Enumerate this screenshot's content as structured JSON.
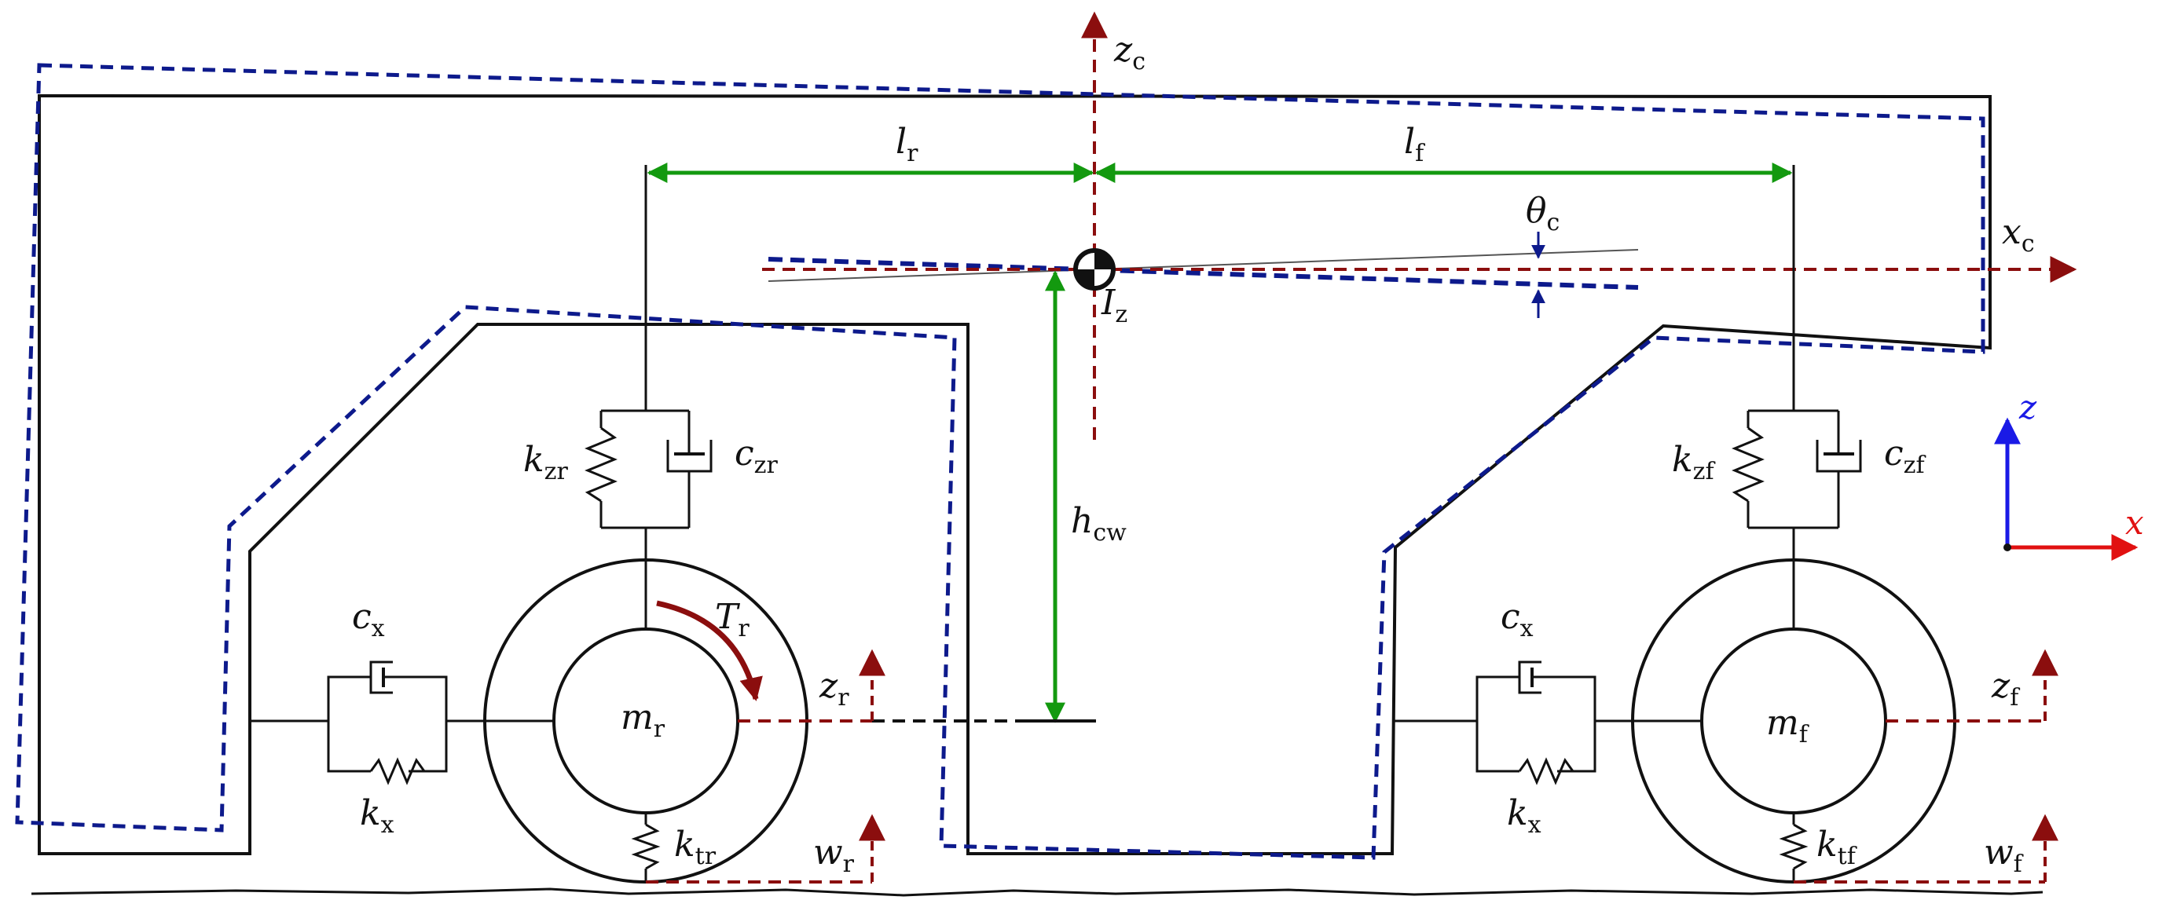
{
  "colors": {
    "body": "#111111",
    "deformed": "#0d1a8c",
    "axis": "#8b0e0e",
    "dimension": "#13990f",
    "angle": "#0d1a8c",
    "frame_x": "#e11111",
    "frame_z": "#1a1ae6"
  },
  "labels": {
    "z_c": {
      "main": "z",
      "sub": "c"
    },
    "x_c": {
      "main": "x",
      "sub": "c"
    },
    "l_r": {
      "main": "l",
      "sub": "r"
    },
    "l_f": {
      "main": "l",
      "sub": "f"
    },
    "theta_c": {
      "main": "θ",
      "sub": "c"
    },
    "I_z": {
      "main": "I",
      "sub": "z"
    },
    "h_cw": {
      "main": "h",
      "sub": "cw"
    },
    "k_zr": {
      "main": "k",
      "sub": "zr"
    },
    "c_zr": {
      "main": "c",
      "sub": "zr"
    },
    "k_zf": {
      "main": "k",
      "sub": "zf"
    },
    "c_zf": {
      "main": "c",
      "sub": "zf"
    },
    "T_r": {
      "main": "T",
      "sub": "r"
    },
    "c_x_rear": {
      "main": "c",
      "sub": "x"
    },
    "k_x_rear": {
      "main": "k",
      "sub": "x"
    },
    "c_x_front": {
      "main": "c",
      "sub": "x"
    },
    "k_x_front": {
      "main": "k",
      "sub": "x"
    },
    "m_r": {
      "main": "m",
      "sub": "r"
    },
    "m_f": {
      "main": "m",
      "sub": "f"
    },
    "z_r": {
      "main": "z",
      "sub": "r"
    },
    "z_f": {
      "main": "z",
      "sub": "f"
    },
    "k_tr": {
      "main": "k",
      "sub": "tr"
    },
    "k_tf": {
      "main": "k",
      "sub": "tf"
    },
    "w_r": {
      "main": "w",
      "sub": "r"
    },
    "w_f": {
      "main": "w",
      "sub": "f"
    },
    "frame_z": "z",
    "frame_x": "x"
  }
}
